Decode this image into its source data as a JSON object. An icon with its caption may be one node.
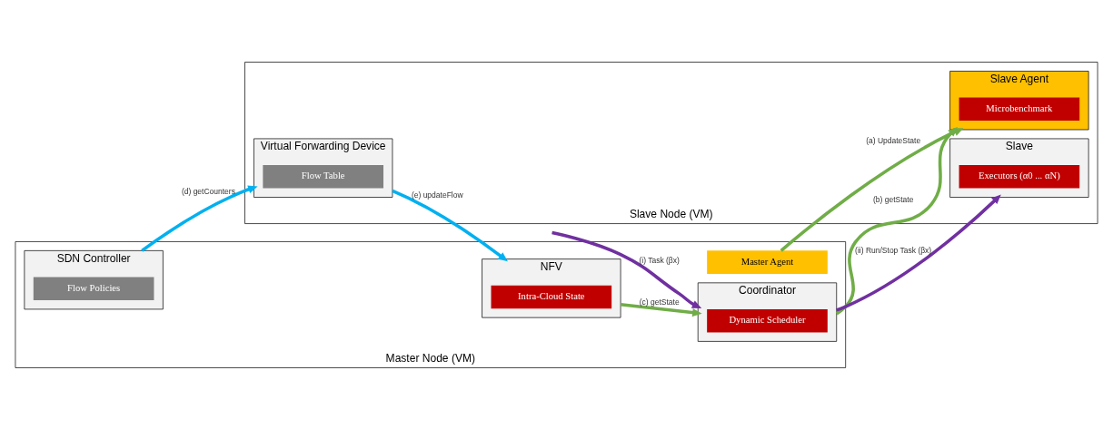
{
  "diagram": {
    "nodes": [
      {
        "text": [
          "Master Node (VM)"
        ]
      },
      {
        "text": [
          "Master Agent"
        ],
        "in": 0
      },
      {
        "text": [
          "Coordinator"
        ],
        "in": 0
      },
      {
        "text": [
          "Dynamic Scheduler"
        ],
        "in": 2
      },
      {
        "text": [
          "NFV"
        ],
        "in": 0
      },
      {
        "text": [
          "Intra-Cloud State"
        ],
        "in": 4
      },
      {
        "text": [
          "SDN Controller"
        ],
        "in": 0
      },
      {
        "text": [
          "Flow Policies"
        ],
        "in": 6
      },
      {
        "text": [
          "Slave Node (VM)"
        ]
      },
      {
        "text": [
          "Slave Agent"
        ],
        "in": 8
      },
      {
        "text": [
          "Microbenchmark"
        ],
        "in": 9
      },
      {
        "text": [
          "Slave"
        ],
        "in": 8
      },
      {
        "text": [
          "Executors (α0 ... αN)"
        ],
        "in": 11
      },
      {
        "text": [
          "Virtual Forwarding Device"
        ],
        "in": 8
      },
      {
        "text": [
          "Flow Table"
        ],
        "in": 13
      }
    ],
    "edges": [
      {
        "from": 1,
        "to": 9,
        "arrow": "to",
        "label": "(a) UpdateState",
        "color": "#70ad47"
      },
      {
        "from": 2,
        "to": 9,
        "arrow": "to",
        "label": "(b) getState",
        "color": "#70ad47"
      },
      {
        "from": null,
        "to": 2,
        "arrow": "to",
        "label": "(i) Task (βx)",
        "color": "#7030a0"
      },
      {
        "from": 4,
        "to": 2,
        "arrow": "to",
        "label": "(c) getState",
        "color": "#70ad47"
      },
      {
        "from": 2,
        "to": 11,
        "arrow": "to",
        "label": "(ii) Run/Stop Task (βx)",
        "color": "#7030a0"
      },
      {
        "from": 6,
        "to": 13,
        "arrow": "to",
        "label": "(d) getCounters",
        "color": "#00b0f0"
      },
      {
        "from": 13,
        "to": 4,
        "arrow": "to",
        "label": "(e) updateFlow",
        "color": "#00b0f0"
      }
    ]
  }
}
